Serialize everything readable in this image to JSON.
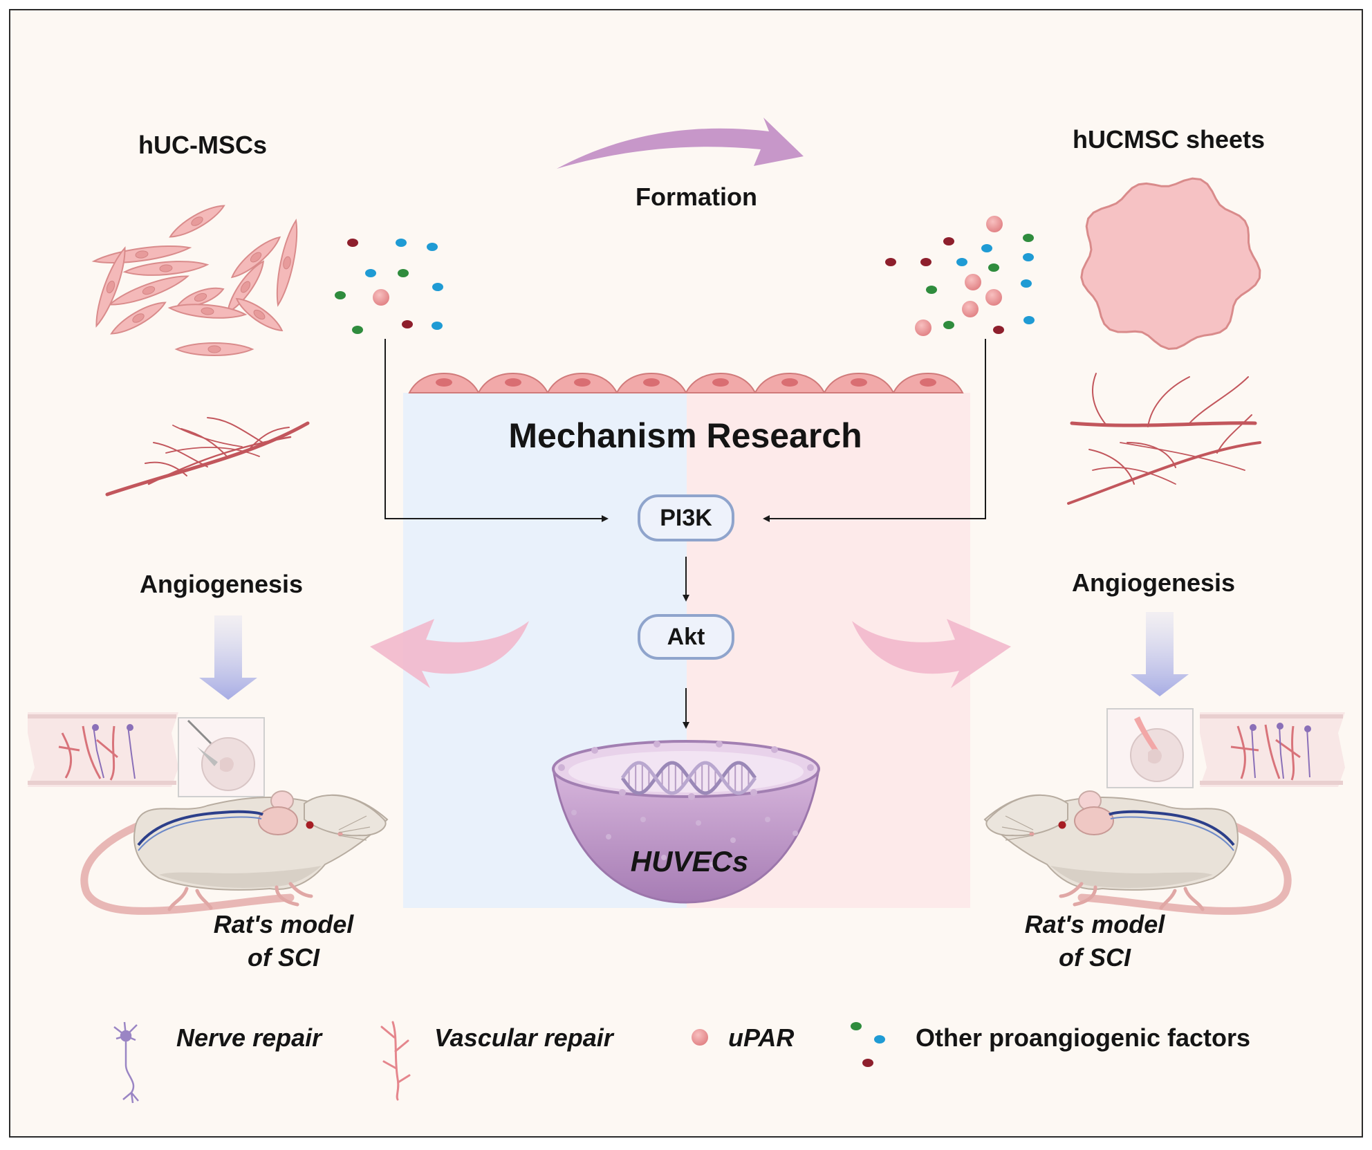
{
  "labels": {
    "huc_mscs": "hUC-MSCs",
    "formation": "Formation",
    "hucmsc_sheets": "hUCMSC sheets",
    "mechanism": "Mechanism Research",
    "pi3k": "PI3K",
    "akt": "Akt",
    "huvecs": "HUVECs",
    "angiogenesis_left": "Angiogenesis",
    "angiogenesis_right": "Angiogenesis",
    "rat_model_left": [
      "Rat's model",
      "of SCI"
    ],
    "rat_model_right": [
      "Rat's model",
      "of SCI"
    ]
  },
  "legend": {
    "nerve": "Nerve repair",
    "vascular": "Vascular repair",
    "upar": "uPAR",
    "other": "Other proangiogenic factors"
  },
  "colors": {
    "background": "#fdf8f3",
    "cell_pink": "#f4b9b9",
    "cell_outline": "#d98b8b",
    "vessel": "#c2565c",
    "upar": "#ec8f8f",
    "factor_red": "#8e1f2c",
    "factor_green": "#2f8c3d",
    "factor_blue": "#1f9bd4",
    "arrow_purple": "#c797c9",
    "arrow_pink": "#f2b8cc",
    "panel_blue": "#e9f1fb",
    "panel_pink": "#fdeaea",
    "pill_border": "#8fa4cc"
  },
  "icons": [
    "neuron-icon",
    "vessel-icon",
    "rat-icon",
    "spinal-cord-icon",
    "syringe-icon",
    "dna-icon",
    "bowl-icon"
  ]
}
